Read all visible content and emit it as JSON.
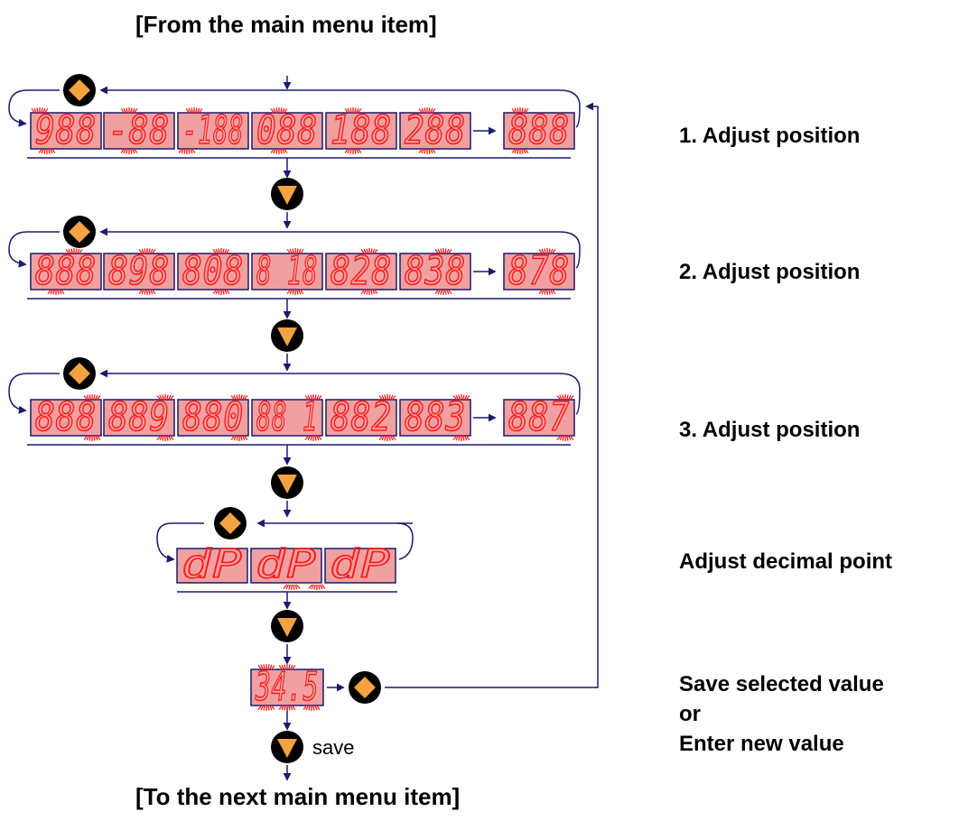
{
  "header": {
    "top_note": "[From the main menu item]",
    "bottom_note": "[To the next main menu item]"
  },
  "steps": [
    {
      "label": "1. Adjust position",
      "displays": [
        "988",
        "-88",
        "-188",
        "088",
        "188",
        "288"
      ],
      "last_display": "888"
    },
    {
      "label": "2. Adjust position",
      "displays": [
        "888",
        "898",
        "808",
        "8 18",
        "828",
        "838"
      ],
      "last_display": "878"
    },
    {
      "label": "3. Adjust position",
      "displays": [
        "888",
        "889",
        "880",
        "88 1",
        "882",
        "883"
      ],
      "last_display": "887"
    },
    {
      "label": "Adjust decimal point",
      "displays": [
        "dP",
        "dP",
        "dP"
      ]
    }
  ],
  "save_step": {
    "display": "34.5",
    "label_line1": "Save selected value",
    "label_line2": "or",
    "label_line3": "Enter new value",
    "button_caption": "save"
  },
  "colors": {
    "display_bg": "#f0a0a0",
    "segment": "#ff1a1a",
    "line": "#1a1a6e",
    "key_fill": "#f4a340",
    "key_bg": "#000000"
  },
  "icons": {
    "enter_key": "diamond-key-icon",
    "down_key": "down-triangle-key-icon",
    "blink": "blink-rays-icon"
  }
}
